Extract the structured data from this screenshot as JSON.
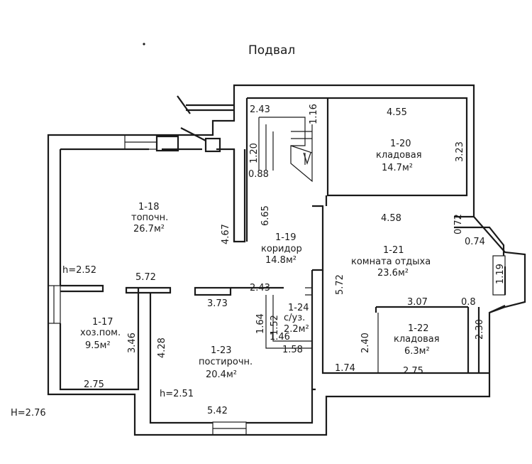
{
  "title": "Подвал",
  "levels": {
    "overall": "H=2.76",
    "room_1_18": "h=2.52",
    "room_1_23": "h=2.51"
  },
  "rooms": [
    {
      "id": "1-18",
      "name": "топочн.",
      "area": "26.7м²"
    },
    {
      "id": "1-19",
      "name": "коридор",
      "area": "14.8м²"
    },
    {
      "id": "1-20",
      "name": "кладовая",
      "area": "14.7м²"
    },
    {
      "id": "1-21",
      "name": "комната отдыха",
      "area": "23.6м²"
    },
    {
      "id": "1-17",
      "name": "хоз.пом.",
      "area": "9.5м²"
    },
    {
      "id": "1-22",
      "name": "кладовая",
      "area": "6.3м²"
    },
    {
      "id": "1-23",
      "name": "постирочн.",
      "area": "20.4м²"
    },
    {
      "id": "1-24",
      "name": "с/уз.",
      "area": "2.2м²"
    }
  ],
  "dimensions": {
    "stair_top": "2.43",
    "stair_right": "1.16",
    "stair_vert": "1.20",
    "stair_bottom": "0.88",
    "corridor_height": "6.65",
    "room_1_18_right": "4.67",
    "room_1_20_top": "4.55",
    "room_1_20_right": "3.23",
    "room_1_20_bottom": "4.58",
    "bay_0_72": "0.72",
    "bay_0_74": "0.74",
    "bay_1_19": "1.19",
    "room_1_21_left": "5.72",
    "room_1_18_bottom": "5.72",
    "corridor_bottom": "2.43",
    "room_1_23_top": "3.73",
    "wc_left": "1.64",
    "wc_inner": "1.52",
    "wc_bottom_inner": "1.46",
    "wc_bottom": "1.58",
    "room_1_17_right": "3.46",
    "room_1_17_bottom": "2.75",
    "room_1_23_left": "4.28",
    "room_1_23_bottom": "5.42",
    "room_1_22_top": "3.07",
    "room_1_22_top_right": "0.8",
    "room_1_22_right": "2.30",
    "room_1_22_left": "2.40",
    "room_1_21_bottom": "1.74",
    "room_1_22_bottom": "2.75"
  }
}
